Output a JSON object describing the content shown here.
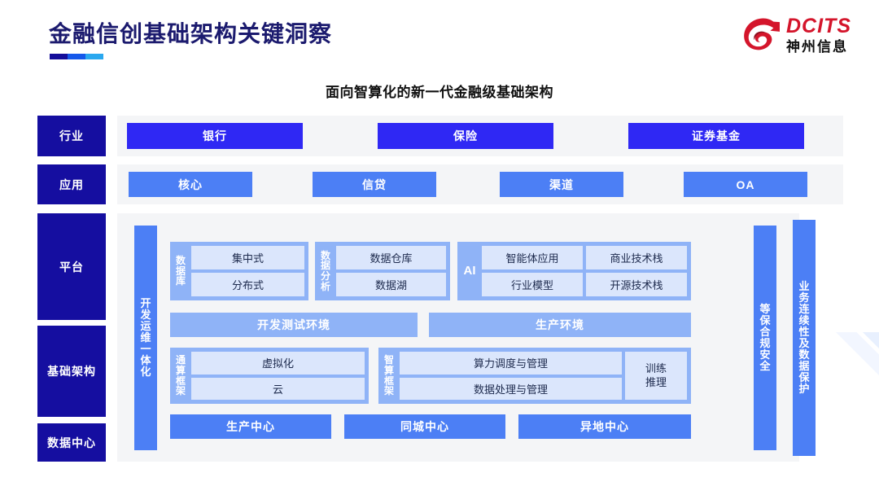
{
  "header": {
    "title": "金融信创基础架构关键洞察",
    "logo": {
      "en": "DCITS",
      "cn": "神州信息",
      "mark": "swirl-logo-icon",
      "color": "#d4152b"
    }
  },
  "subtitle": "面向智算化的新一代金融级基础架构",
  "colors": {
    "navy": "#150ea0",
    "industry_blue": "#2f28f4",
    "primary_blue": "#4c7ff5",
    "group_blue": "#8fb3f7",
    "cell_blue": "#dbe6fc",
    "panel_gray": "#f4f5f7",
    "title_navy": "#1b1a6e"
  },
  "stages": [
    {
      "label": "行业"
    },
    {
      "label": "应用"
    },
    {
      "label": "平台"
    },
    {
      "label": "基础架构"
    },
    {
      "label": "数据中心"
    }
  ],
  "industry": [
    {
      "label": "银行"
    },
    {
      "label": "保险"
    },
    {
      "label": "证券基金"
    }
  ],
  "applications": [
    {
      "label": "核心"
    },
    {
      "label": "信贷"
    },
    {
      "label": "渠道"
    },
    {
      "label": "OA"
    }
  ],
  "devops_pillar": {
    "label": "开发运维一体化"
  },
  "platform": {
    "database": {
      "label": "数据库",
      "items": [
        "集中式",
        "分布式"
      ]
    },
    "analytics": {
      "label": "数据分析",
      "items": [
        "数据仓库",
        "数据湖"
      ]
    },
    "ai": {
      "label": "AI",
      "items": [
        "智能体应用",
        "商业技术栈",
        "行业模型",
        "开源技术栈"
      ]
    },
    "environments": [
      "开发测试环境",
      "生产环境"
    ],
    "general_compute": {
      "label": "通算框架",
      "items": [
        "虚拟化",
        "云"
      ]
    },
    "intelligent_compute": {
      "label": "智算框架",
      "items": [
        "算力调度与管理",
        "数据处理与管理"
      ],
      "side": "训练\n推理",
      "side_line1": "训练",
      "side_line2": "推理"
    }
  },
  "data_centers": [
    {
      "label": "生产中心"
    },
    {
      "label": "同城中心"
    },
    {
      "label": "异地中心"
    }
  ],
  "pillars": {
    "compliance": {
      "label": "等保合规安全"
    },
    "continuity": {
      "label": "业务连续性及数据保护"
    }
  }
}
